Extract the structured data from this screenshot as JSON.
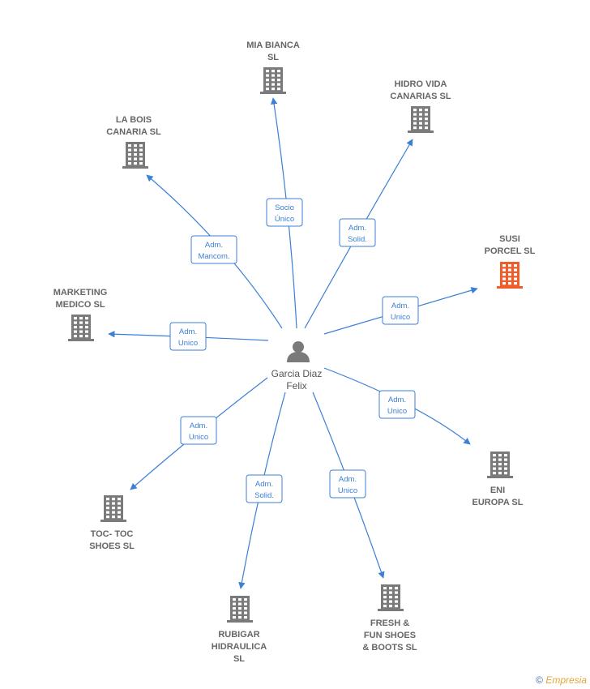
{
  "colors": {
    "edge": "#3b7fd6",
    "building": "#7a7a7a",
    "building_highlight": "#ee5d2b",
    "person": "#7a7a7a"
  },
  "center": {
    "name_lines": [
      "Garcia Diaz",
      "Felix"
    ],
    "icon": "person-icon"
  },
  "companies": [
    {
      "id": "mia-bianca",
      "lines": [
        "MIA BIANCA",
        "SL"
      ],
      "role": [
        "Socio",
        "Único"
      ],
      "highlight": false
    },
    {
      "id": "hidro-vida",
      "lines": [
        "HIDRO VIDA",
        "CANARIAS  SL"
      ],
      "role": [
        "Adm.",
        "Solid."
      ],
      "highlight": false
    },
    {
      "id": "la-bois",
      "lines": [
        "LA BOIS",
        "CANARIA SL"
      ],
      "role": [
        "Adm.",
        "Mancom."
      ],
      "highlight": false
    },
    {
      "id": "susi-porcel",
      "lines": [
        "SUSI",
        "PORCEL  SL"
      ],
      "role": [
        "Adm.",
        "Unico"
      ],
      "highlight": true
    },
    {
      "id": "marketing-medico",
      "lines": [
        "MARKETING",
        "MEDICO  SL"
      ],
      "role": [
        "Adm.",
        "Unico"
      ],
      "highlight": false
    },
    {
      "id": "eni-europa",
      "lines": [
        "ENI",
        "EUROPA  SL"
      ],
      "role": [
        "Adm.",
        "Unico"
      ],
      "highlight": false
    },
    {
      "id": "toc-toc",
      "lines": [
        "TOC- TOC",
        "SHOES  SL"
      ],
      "role": [
        "Adm.",
        "Unico"
      ],
      "highlight": false
    },
    {
      "id": "rubigar",
      "lines": [
        "RUBIGAR",
        "HIDRAULICA",
        "SL"
      ],
      "role": [
        "Adm.",
        "Solid."
      ],
      "highlight": false
    },
    {
      "id": "fresh-fun",
      "lines": [
        "FRESH &",
        "FUN SHOES",
        "& BOOTS  SL"
      ],
      "role": [
        "Adm.",
        "Unico"
      ],
      "highlight": false
    }
  ],
  "footer": {
    "copyright": "©",
    "brand": "Empresia"
  }
}
